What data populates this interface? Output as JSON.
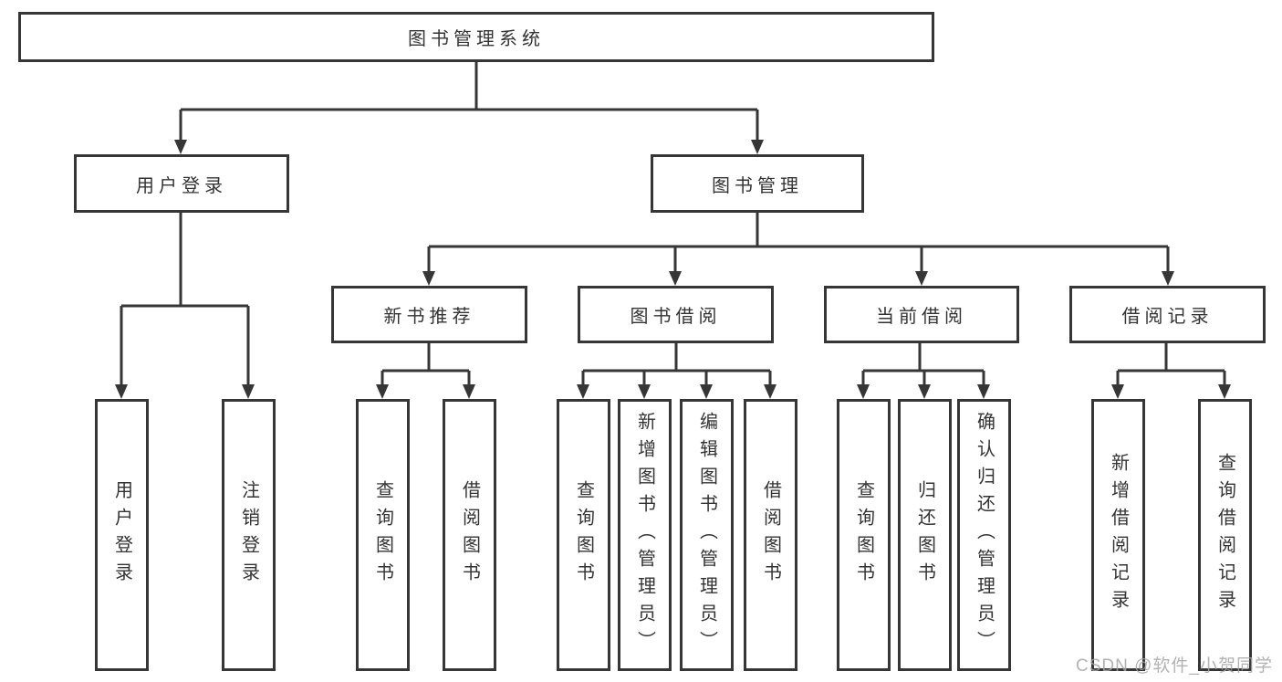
{
  "diagram": {
    "tree": {
      "label": "图书管理系统",
      "children": [
        {
          "label": "用户登录",
          "children": [
            {
              "label": "用户登录"
            },
            {
              "label": "注销登录"
            }
          ]
        },
        {
          "label": "图书管理",
          "children": [
            {
              "label": "新书推荐",
              "children": [
                {
                  "label": "查询图书"
                },
                {
                  "label": "借阅图书"
                }
              ]
            },
            {
              "label": "图书借阅",
              "children": [
                {
                  "label": "查询图书"
                },
                {
                  "label": "新增图书（管理员）"
                },
                {
                  "label": "编辑图书（管理员）"
                },
                {
                  "label": "借阅图书"
                }
              ]
            },
            {
              "label": "当前借阅",
              "children": [
                {
                  "label": "查询图书"
                },
                {
                  "label": "归还图书"
                },
                {
                  "label": "确认归还（管理员）"
                }
              ]
            },
            {
              "label": "借阅记录",
              "children": [
                {
                  "label": "新增借阅记录"
                },
                {
                  "label": "查询借阅记录"
                }
              ]
            }
          ]
        }
      ]
    }
  },
  "watermark": {
    "text": "CSDN @软件_小贺同学",
    "color": "#a5a5a5"
  },
  "colors": {
    "line": "#363636",
    "text": "#333333",
    "background": "#ffffff"
  }
}
